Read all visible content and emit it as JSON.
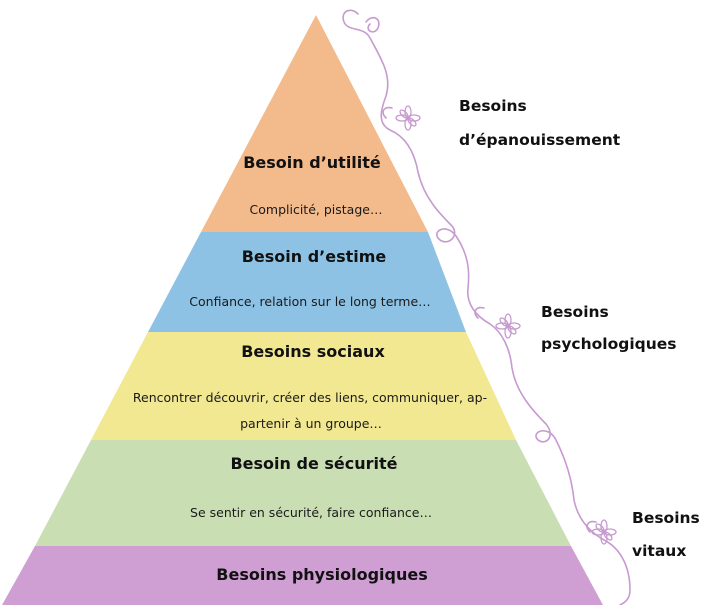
{
  "levels": [
    {
      "title": "Besoin d’utilité",
      "desc": [
        "Complicité, pistage…"
      ],
      "color": "#f3ba8b"
    },
    {
      "title": "Besoin d’estime",
      "desc": [
        "Confiance, relation sur le long terme…"
      ],
      "color": "#8ec2e4"
    },
    {
      "title": "Besoins sociaux",
      "desc": [
        "Rencontrer découvrir, créer des liens, communiquer, ap-",
        "partenir à un groupe…"
      ],
      "color": "#f1e891"
    },
    {
      "title": "Besoin de sécurité",
      "desc": [
        "Se sentir en sécurité, faire  confiance…"
      ],
      "color": "#c9dfb3"
    },
    {
      "title": "Besoins physiologiques",
      "desc": [],
      "color": "#cf9fd3"
    }
  ],
  "side_labels": [
    {
      "lines": [
        "Besoins",
        "d’épanouissement"
      ]
    },
    {
      "lines": [
        "Besoins",
        "psychologiques"
      ]
    },
    {
      "lines": [
        "Besoins",
        "vitaux"
      ]
    }
  ],
  "ornament_color": "#c79ad0"
}
